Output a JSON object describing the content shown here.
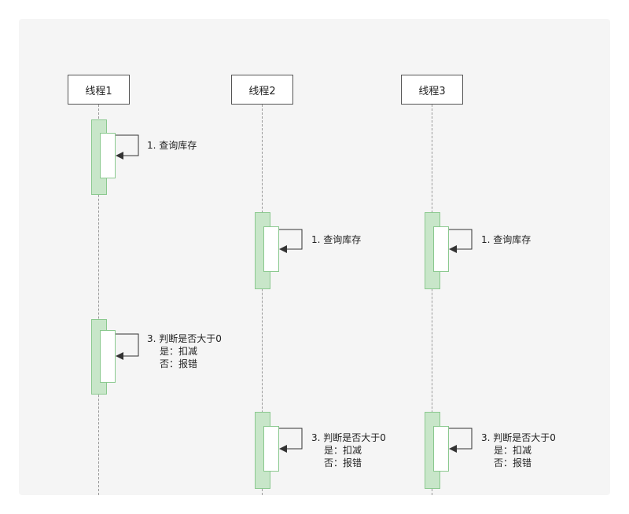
{
  "lifelines": [
    {
      "label": "线程1"
    },
    {
      "label": "线程2"
    },
    {
      "label": "线程3"
    }
  ],
  "messages": {
    "t1_query": "1. 查询库存",
    "t2_query": "1. 查询库存",
    "t3_query": "1. 查询库存",
    "t1_check_title": "3. 判断是否大于0",
    "t1_check_yes": "是：扣减",
    "t1_check_no": "否：报错",
    "t2_check_title": "3. 判断是否大于0",
    "t2_check_yes": "是：扣减",
    "t2_check_no": "否：报错",
    "t3_check_title": "3. 判断是否大于0",
    "t3_check_yes": "是：扣减",
    "t3_check_no": "否：报错"
  },
  "colors": {
    "activation_fill": "#c8e6c9",
    "activation_border": "#8bc98f",
    "arrow": "#333333"
  }
}
